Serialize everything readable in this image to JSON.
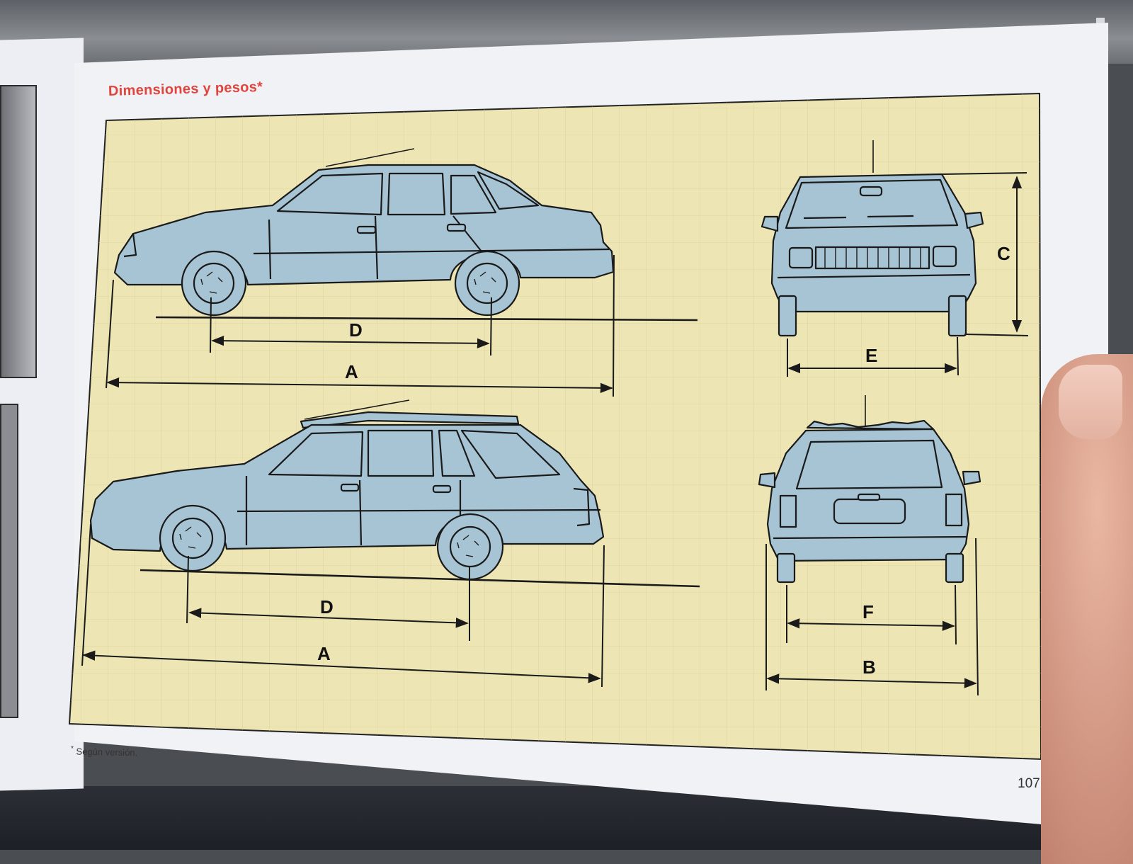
{
  "page": {
    "title": "Dimensiones y pesos*",
    "footnote_marker": "*",
    "footnote": "Según versión.",
    "page_number": "107"
  },
  "diagram": {
    "labels": {
      "sedan_wheelbase": "D",
      "sedan_length": "A",
      "front_height": "C",
      "front_track": "E",
      "wagon_wheelbase": "D",
      "wagon_length": "A",
      "rear_track": "F",
      "rear_width": "B"
    }
  },
  "colors": {
    "title": "#e0443d",
    "panel": "#ede5b4",
    "car_body": "#a6c4d4",
    "ink": "#1a1a1a"
  }
}
